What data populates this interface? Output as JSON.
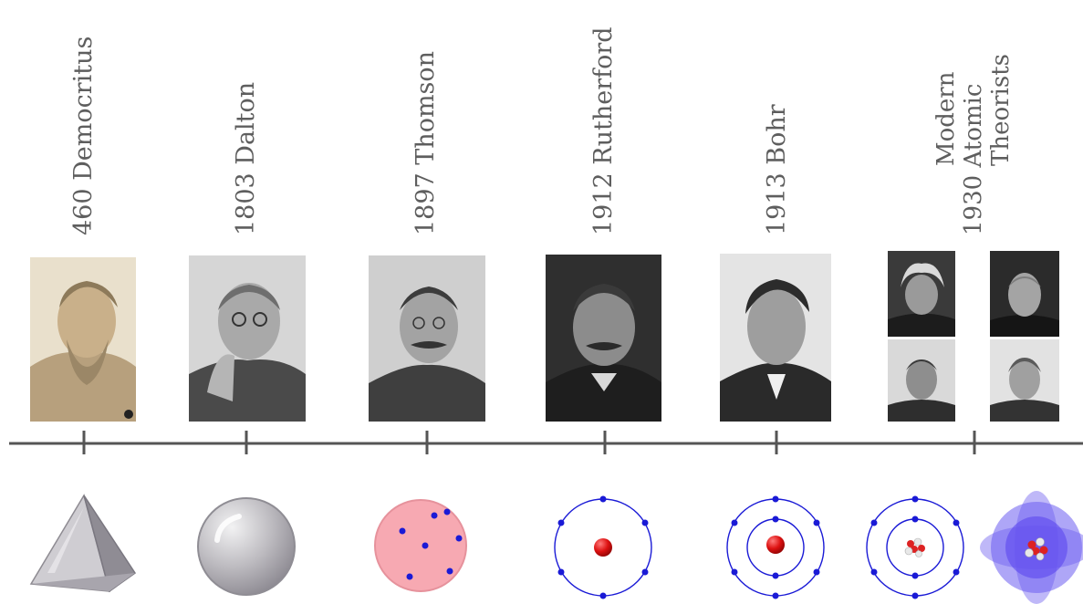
{
  "timeline_labels": [
    {
      "text": "460  Democritus"
    },
    {
      "text": "1803 Dalton"
    },
    {
      "text": "1897 Thomson"
    },
    {
      "text": "1912  Rutherford"
    },
    {
      "text": "1913  Bohr"
    }
  ],
  "modern_label": {
    "year": "1930",
    "line1": "Modern",
    "line2": "Atomic",
    "line3": "Theorists"
  },
  "portraits": [
    {
      "name": "democritus-portrait",
      "tone": "#cbb89a"
    },
    {
      "name": "dalton-portrait",
      "tone": "#6f6f6f"
    },
    {
      "name": "thomson-portrait",
      "tone": "#7a7a7a"
    },
    {
      "name": "rutherford-portrait",
      "tone": "#4a4a4a"
    },
    {
      "name": "bohr-portrait",
      "tone": "#5a5a5a"
    }
  ],
  "colors": {
    "axis": "#555555",
    "label": "#5e5e5e",
    "pyramid": "#b9b6bd",
    "sphere": "#b3b1b6",
    "plum_pudding": "#f5a3ad",
    "electron": "#1a1ad6",
    "nucleus": "#d81414",
    "cloud": "#6b5cf0"
  }
}
